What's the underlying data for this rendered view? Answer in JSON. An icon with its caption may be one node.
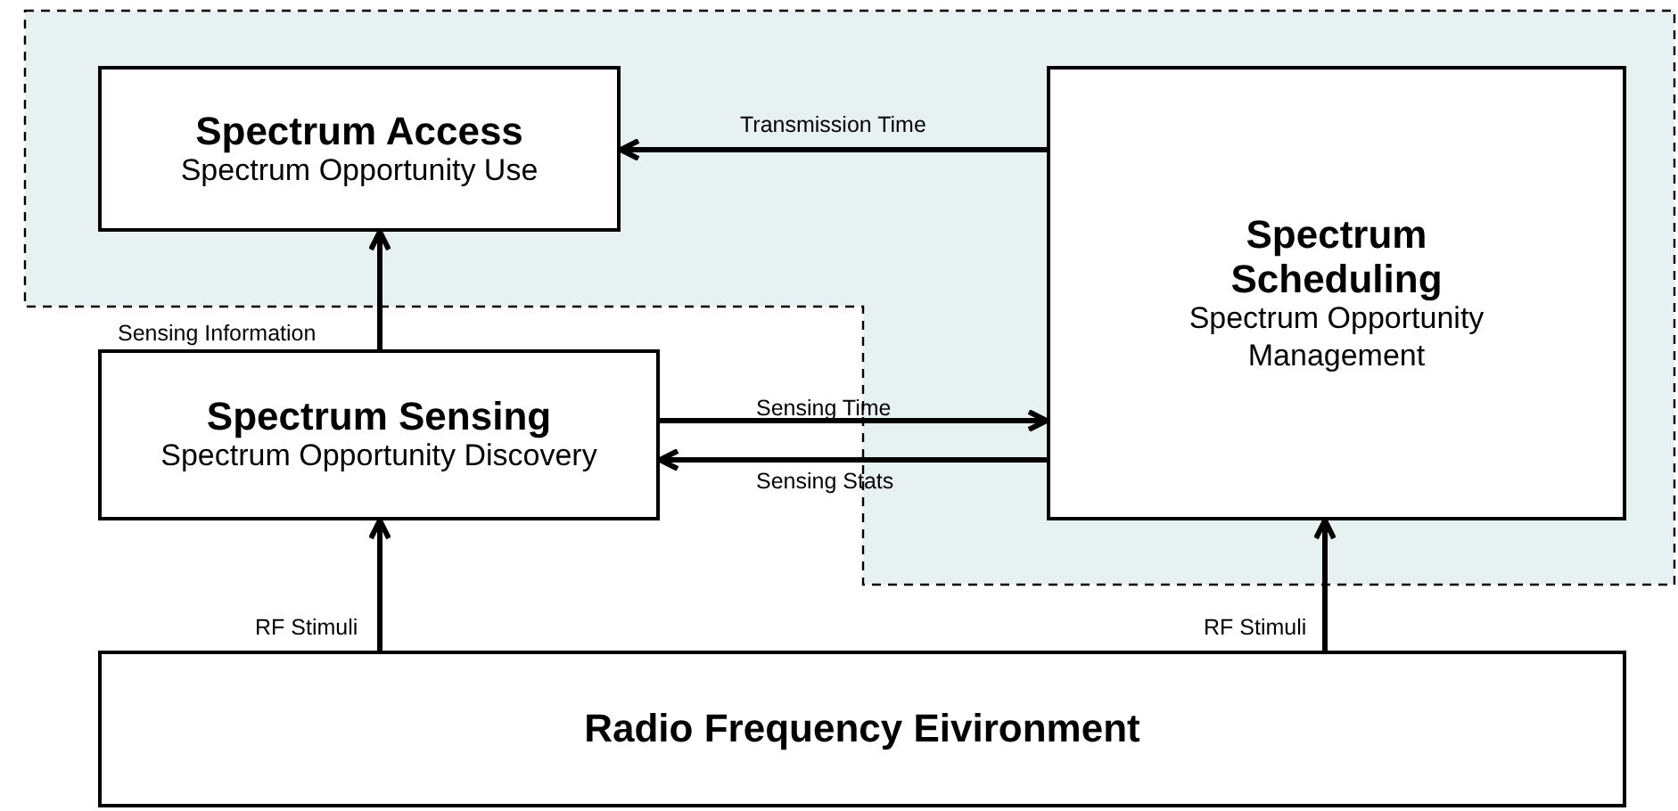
{
  "diagram": {
    "nodes": [
      {
        "text": [
          "Spectrum Access",
          "Spectrum Opportunity Use"
        ]
      },
      {
        "text": [
          "Spectrum Sensing",
          "Spectrum Opportunity Discovery"
        ]
      },
      {
        "text": [
          "Spectrum Scheduling",
          "Spectrum Opportunity Management"
        ]
      },
      {
        "text": [
          "Radio Frequency Eivironment"
        ]
      }
    ],
    "edges": [
      {
        "from": 2,
        "to": 0,
        "arrow": "to",
        "label": "Transmission Time"
      },
      {
        "from": 1,
        "to": 0,
        "arrow": "to",
        "label": "Sensing Information"
      },
      {
        "from": 1,
        "to": 2,
        "arrow": "to",
        "label": "Sensing Time"
      },
      {
        "from": 2,
        "to": 1,
        "arrow": "to",
        "label": "Sensing Stats"
      },
      {
        "from": 3,
        "to": 1,
        "arrow": "to",
        "label": "RF Stimuli"
      },
      {
        "from": 3,
        "to": 2,
        "arrow": "to",
        "label": "RF Stimuli"
      }
    ]
  }
}
